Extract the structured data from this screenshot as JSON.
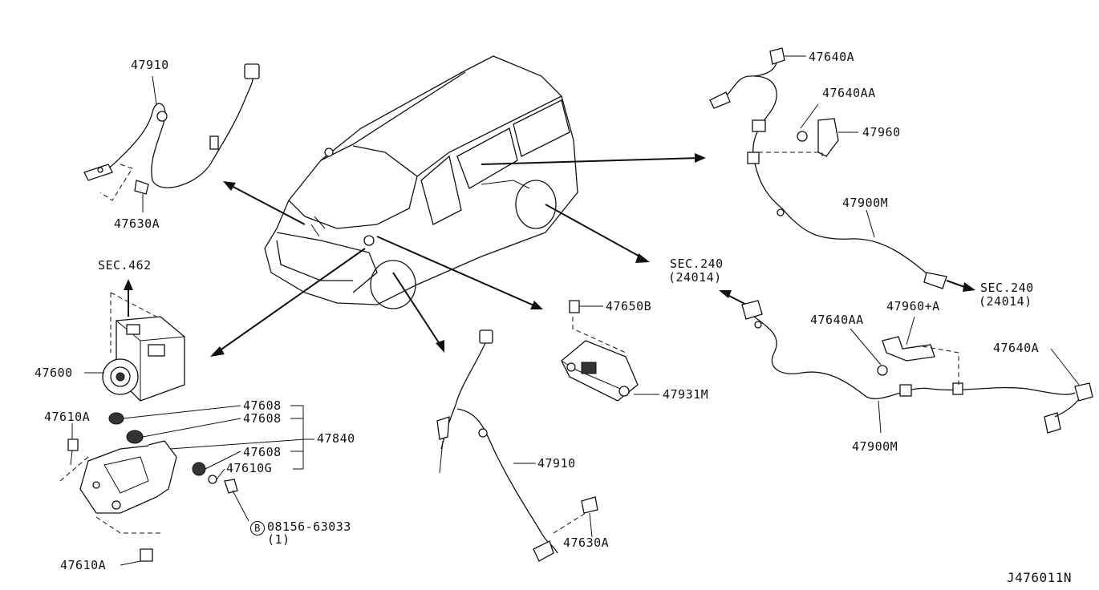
{
  "labels": {
    "l47910_top": "47910",
    "l47630A_top": "47630A",
    "lSEC462": "SEC.462",
    "l47600": "47600",
    "l47610A_left": "47610A",
    "l47608_1": "47608",
    "l47608_2": "47608",
    "l47840": "47840",
    "l47608_3": "47608",
    "l47610G": "47610G",
    "l08156": "08156-63033",
    "l08156_qty": "(1)",
    "l08156_badge": "B",
    "l47610A_bottom": "47610A",
    "l47910_mid": "47910",
    "l47630A_mid": "47630A",
    "l47650B": "47650B",
    "l47931M": "47931M",
    "lSEC240_mid": "SEC.240",
    "lSEC240_mid_sub": "(24014)",
    "l47640A_top": "47640A",
    "l47640AA_top": "47640AA",
    "l47960": "47960",
    "l47900M_top": "47900M",
    "lSEC240_right": "SEC.240",
    "lSEC240_right_sub": "(24014)",
    "l47640AA_bottom": "47640AA",
    "l47960A": "47960+A",
    "l47640A_bottom": "47640A",
    "l47900M_bottom": "47900M",
    "diagram_code": "J476011N"
  },
  "colors": {
    "ink": "#111111",
    "background": "#ffffff"
  }
}
